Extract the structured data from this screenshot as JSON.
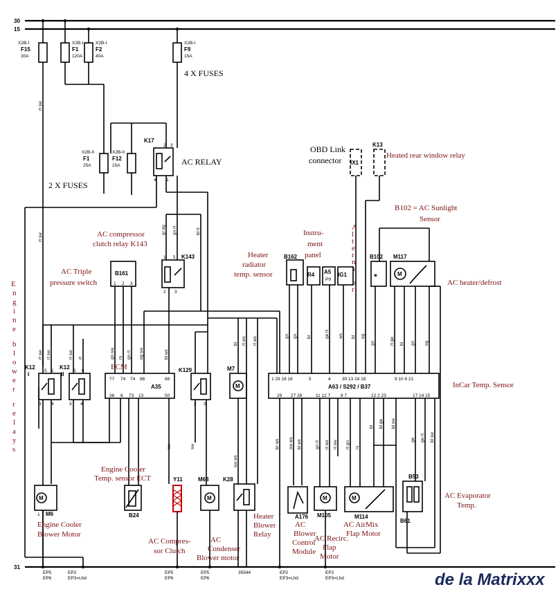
{
  "rails": {
    "r30": "30",
    "r15": "15",
    "r31": "31"
  },
  "fuses": {
    "f15": {
      "conn": "X2B-I",
      "name": "F15",
      "rating": "30A"
    },
    "f1a": {
      "conn": "X2B-I",
      "name": "F1",
      "rating": "120A"
    },
    "f2": {
      "conn": "X2B-I",
      "name": "F2",
      "rating": "40A"
    },
    "f9": {
      "conn": "X2B-I",
      "name": "F9",
      "rating": "15A"
    },
    "f1b": {
      "conn": "X2B-II",
      "name": "F1",
      "rating": "25A"
    },
    "f12": {
      "conn": "X2B-II",
      "name": "F12",
      "rating": "15A"
    }
  },
  "labels": {
    "four_fuses": "4 X  FUSES",
    "two_fuses": "2 X FUSES",
    "ac_relay": "AC RELAY",
    "obd_link": "OBD Link",
    "connector": "connector",
    "heated_rear": "Heated rear window relay",
    "b102_line1": "B102 = AC Sunlight",
    "b102_line2": "Sensor",
    "compressor_relay_1": "AC compressor",
    "compressor_relay_2": "clutch relay K143",
    "triple_1": "AC Triple",
    "triple_2": "pressure switch",
    "ecm": "ECM",
    "heater_rad_1": "Heater",
    "heater_rad_2": "radiator",
    "heater_rad_3": "temp. sensor",
    "instr_1": "Instru-",
    "instr_2": "ment",
    "instr_3": "panel",
    "alternator": "Alternator",
    "heater_defrost": "AC heater/defrost",
    "incar_temp": "InCar Temp. Sensor",
    "engine_blower": "Engine blower relays",
    "eng_cooler_sensor_1": "Engine Cooler",
    "eng_cooler_sensor_2": "Temp. sensor ECT",
    "eng_cooler_motor_1": "Engine Cooler",
    "eng_cooler_motor_2": "Blower Motor",
    "ac_clutch_1": "AC Compres-",
    "ac_clutch_2": "sor Clutch",
    "ac_cond_1": "AC",
    "ac_cond_2": "Condenser",
    "ac_cond_3": "Blower motor",
    "heater_blower_1": "Heater",
    "heater_blower_2": "Blower",
    "heater_blower_3": "Relay",
    "ac_blower_ctrl_1": "AC",
    "ac_blower_ctrl_2": "Blower",
    "ac_blower_ctrl_3": "Control",
    "ac_blower_ctrl_4": "Module",
    "recirc_1": "AC Recirc.",
    "recirc_2": "Flap",
    "recirc_3": "Motor",
    "airmix_1": "AC  AirMix",
    "airmix_2": "Flap Motor",
    "evap_1": "AC Evaporator",
    "evap_2": "Temp."
  },
  "components": {
    "k17": "K17",
    "k143": "K143",
    "b161": "B161",
    "a35": "A35",
    "k12i": "K12",
    "k12i_sub": "I",
    "k12ii": "K12",
    "k12ii_sub": "II",
    "k129": "K129",
    "m7": "M7",
    "ix1": "IX1",
    "k13": "K13",
    "b162": "B162",
    "r4": "R4",
    "a5": "A5",
    "p9": "P9",
    "ig1": "IG1",
    "b102": "B102",
    "m117": "M117",
    "a63": "A63 / S292 / B37",
    "m6": "M6",
    "b24": "B24",
    "y11": "Y11",
    "m63": "M63",
    "k28": "K28",
    "a176": "A176",
    "m105": "M105",
    "m114": "M114",
    "b53": "B53",
    "b61": "B61"
  },
  "ground_refs": {
    "g1a": "EP5",
    "g1b": "EP6",
    "g2a": "EP2",
    "g2b": "EP3=Lhd",
    "g3a": "EP5",
    "g3b": "EP6",
    "g4a": "EP5",
    "g4b": "EP6",
    "g5": "35544",
    "g6a": "EP2",
    "g6b": "EP3=Lhd",
    "g7a": "EP2",
    "g7b": "EP3=Lhd"
  },
  "wire_colors": {
    "rt_sw": "rt sw",
    "bl_gr": "bl gr",
    "bl_ws": "bl ws",
    "gr_rt": "gr rt",
    "sw_ws": "sw ws",
    "ge_rt": "ge rt",
    "bl_ge": "bl ge",
    "bl_sw": "bl sw",
    "og": "og",
    "ws": "ws",
    "br": "br",
    "gn": "gn",
    "rt": "rt",
    "sw": "sw",
    "bl": "bl",
    "rs": "rs"
  },
  "signature": "de la Matrixxx",
  "colors": {
    "annotation": "#7a1010",
    "signature": "#1a2a5a"
  }
}
